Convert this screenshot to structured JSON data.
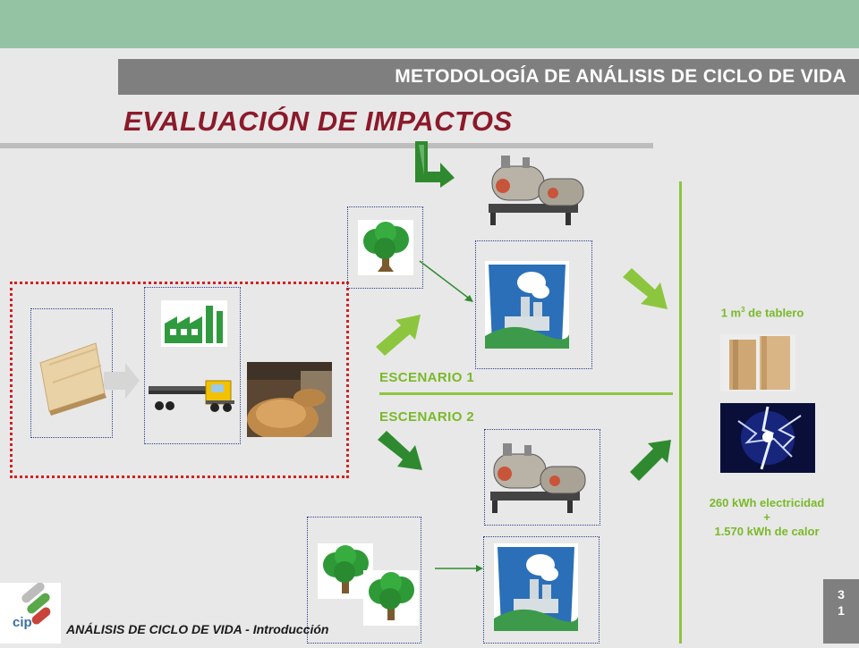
{
  "header": {
    "title": "METODOLOGÍA DE ANÁLISIS DE CICLO DE VIDA"
  },
  "main_title": "EVALUACIÓN DE IMPACTOS",
  "scenarios": {
    "one": "ESCENARIO 1",
    "two": "ESCENARIO 2"
  },
  "products": {
    "board_prefix": "1 m",
    "board_exp": "3",
    "board_suffix": " de tablero",
    "energy_line1": "260 kWh electricidad",
    "energy_line2": "+",
    "energy_line3": "1.570 kWh de calor"
  },
  "footer": {
    "text": "ANÁLISIS DE CICLO DE VIDA - Introducción"
  },
  "page_number": {
    "d1": "3",
    "d2": "1"
  },
  "logo": {
    "text": "cip"
  },
  "colors": {
    "accent_green": "#8cc63f",
    "title_red": "#8b1a2b",
    "header_gray": "#7f7f7f",
    "top_band": "#94c3a3"
  }
}
